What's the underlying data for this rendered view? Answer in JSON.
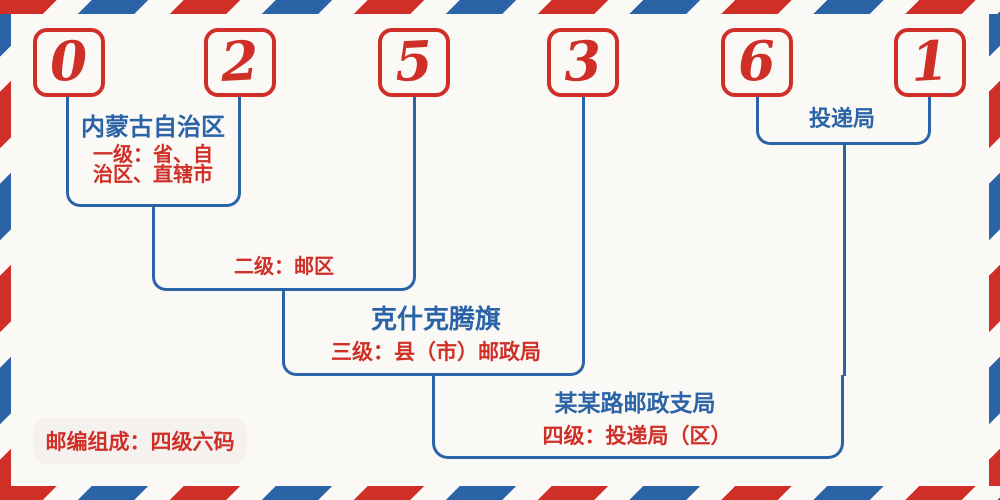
{
  "code": {
    "digits": [
      "0",
      "2",
      "5",
      "3",
      "6",
      "1"
    ]
  },
  "levels": {
    "level1": {
      "region_name": "内蒙古自治区",
      "description": "一级：省、自治区、直辖市"
    },
    "level2": {
      "description": "二级：邮区"
    },
    "level3": {
      "region_name": "克什克腾旗",
      "description": "三级：县（市）邮政局"
    },
    "level4": {
      "region_name": "某某路邮政支局",
      "description": "四级：投递局（区）"
    },
    "delivery": {
      "label": "投递局"
    }
  },
  "badge": {
    "text": "邮编组成：四级六码"
  },
  "colors": {
    "red": "#d02f28",
    "blue": "#2b63a7",
    "background": "#faf9f5",
    "badge_background": "#f5f1ee"
  }
}
